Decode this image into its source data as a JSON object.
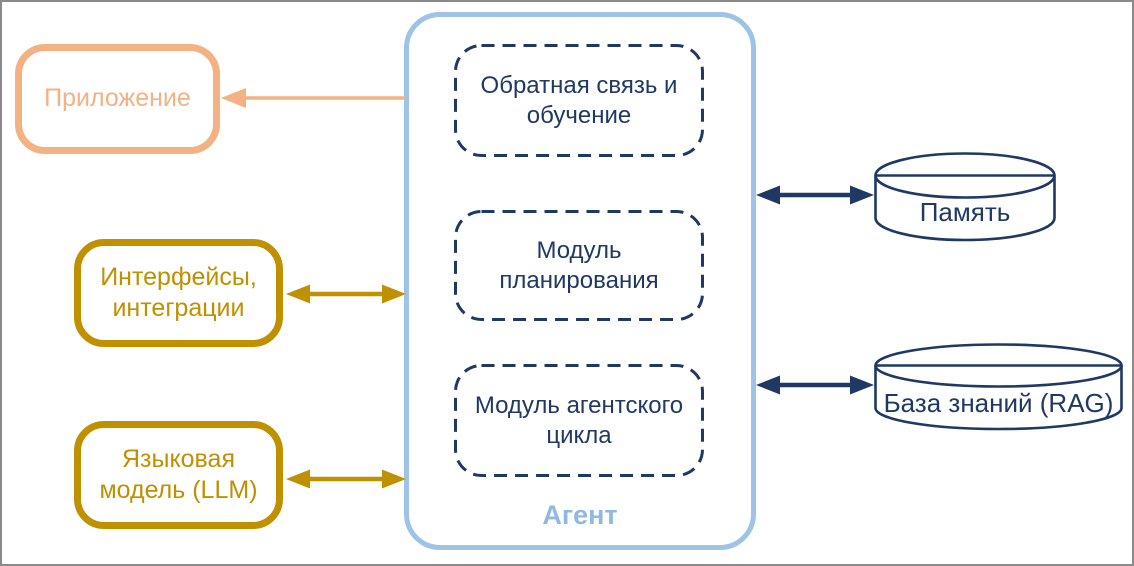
{
  "colors": {
    "orange": "#F4B183",
    "gold": "#BF9000",
    "navy": "#1F3864",
    "light_blue": "#9DC3E6"
  },
  "nodes": {
    "application": {
      "label": "Приложение"
    },
    "interfaces": {
      "label": "Интерфейсы,\nинтеграции"
    },
    "llm": {
      "label": "Языковая\nмодель (LLM)"
    },
    "agent": {
      "label": "Агент"
    },
    "modules": [
      {
        "label": "Обратная связь и\nобучение"
      },
      {
        "label": "Модуль\nпланирования"
      },
      {
        "label": "Модуль агентского\nцикла"
      }
    ],
    "memory": {
      "label": "Память"
    },
    "knowledge_base": {
      "label": "База знаний (RAG)"
    }
  },
  "edges": [
    {
      "from": "agent",
      "to": "application",
      "style": "single-arrow",
      "color": "#F4B183"
    },
    {
      "from": "interfaces",
      "to": "agent",
      "style": "double-arrow",
      "color": "#BF9000"
    },
    {
      "from": "llm",
      "to": "agent",
      "style": "double-arrow",
      "color": "#BF9000"
    },
    {
      "from": "agent",
      "to": "memory",
      "style": "double-arrow",
      "color": "#1F3864"
    },
    {
      "from": "agent",
      "to": "knowledge_base",
      "style": "double-arrow",
      "color": "#1F3864"
    }
  ]
}
